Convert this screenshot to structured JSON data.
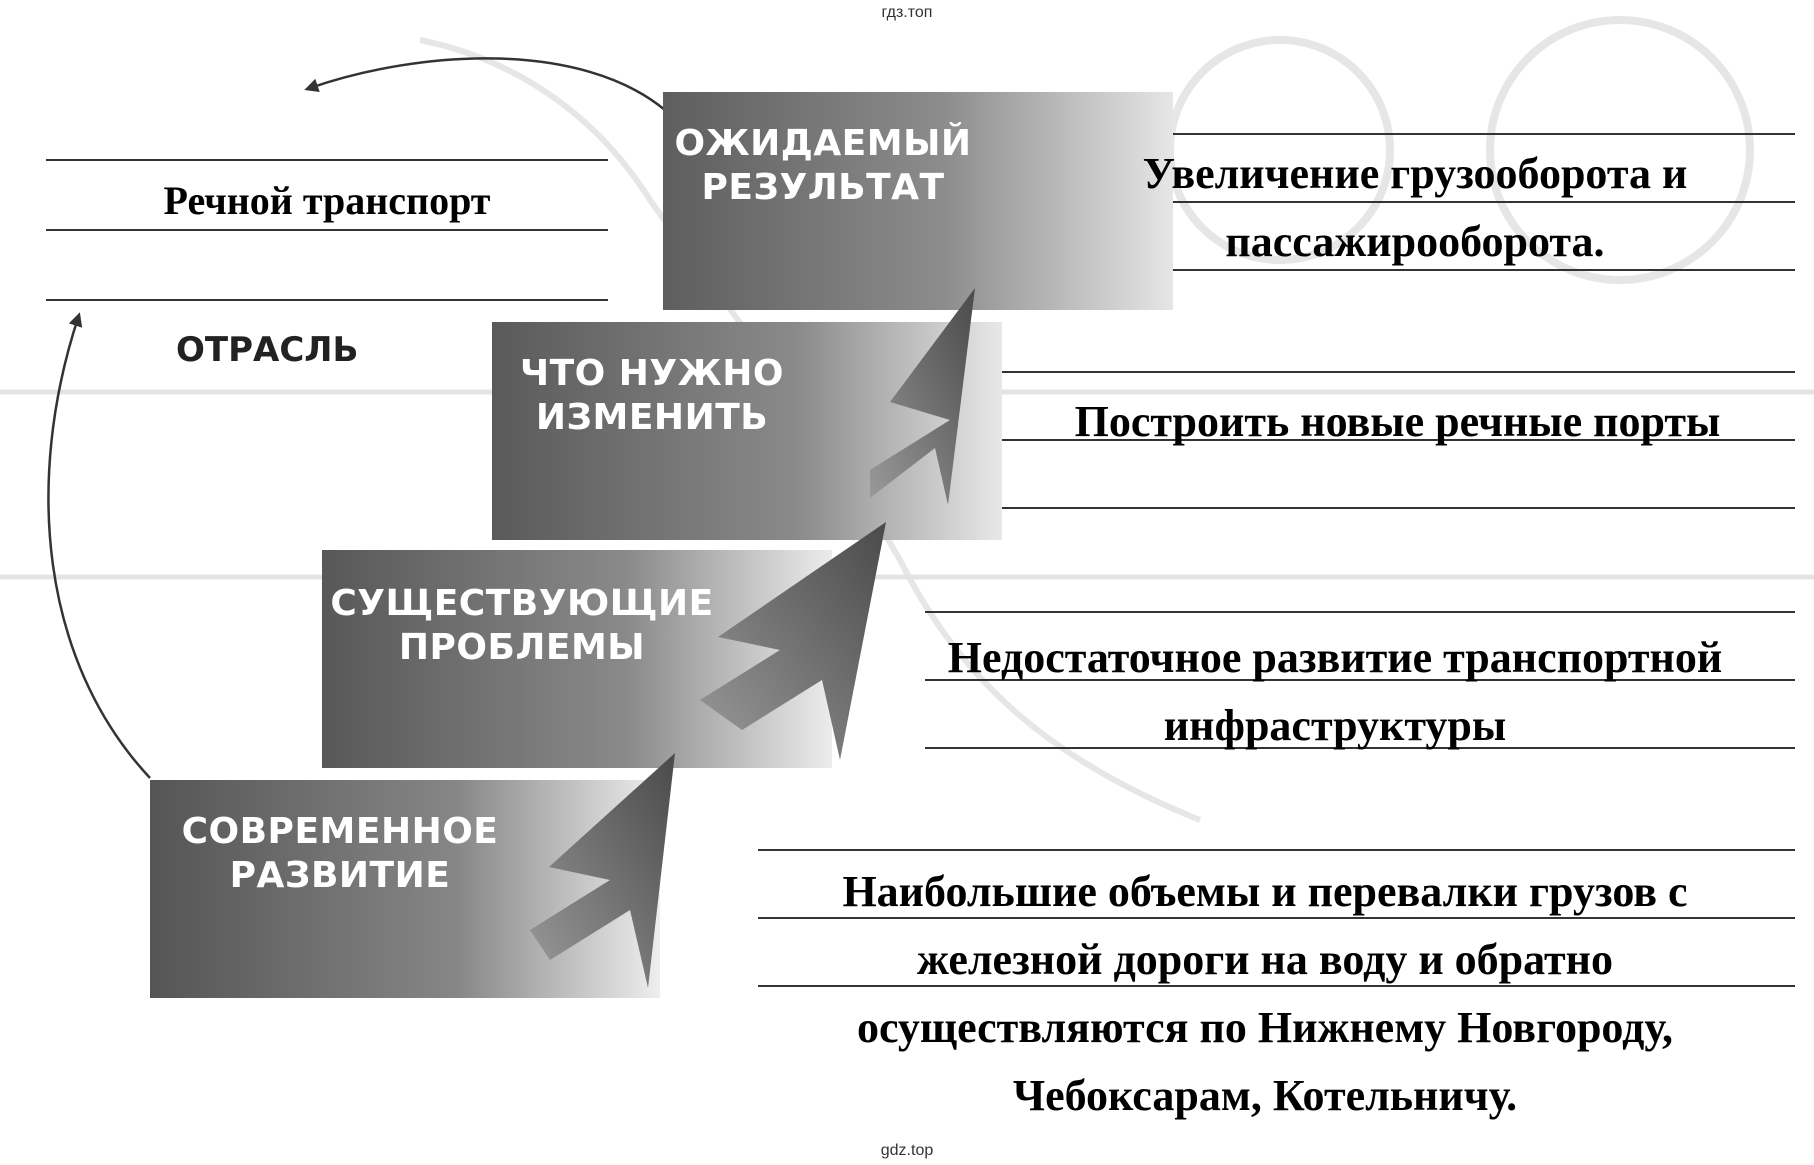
{
  "watermark": {
    "top": "гдз.топ",
    "bottom": "gdz.top"
  },
  "industry": {
    "label": "ОТРАСЛЬ",
    "answer": "Речной транспорт"
  },
  "steps": [
    {
      "id": "expected",
      "title_lines": [
        "ОЖИДАЕМЫЙ",
        "РЕЗУЛЬТАТ"
      ],
      "answer_lines": [
        "Увеличение грузооборота и",
        "пассажирооборота."
      ]
    },
    {
      "id": "change",
      "title_lines": [
        "ЧТО НУЖНО",
        "ИЗМЕНИТЬ"
      ],
      "answer_lines": [
        "Построить новые речные порты"
      ]
    },
    {
      "id": "problems",
      "title_lines": [
        "СУЩЕСТВУЮЩИЕ",
        "ПРОБЛЕМЫ"
      ],
      "answer_lines": [
        "Недостаточное развитие транспортной",
        "инфраструктуры"
      ]
    },
    {
      "id": "current",
      "title_lines": [
        "СОВРЕМЕННОЕ",
        "РАЗВИТИЕ"
      ],
      "answer_lines": [
        "Наибольшие объемы и перевалки грузов с",
        "железной дороги на воду и обратно",
        "осуществляются по Нижнему Новгороду,",
        "Чебоксарам, Котельничу."
      ]
    }
  ]
}
